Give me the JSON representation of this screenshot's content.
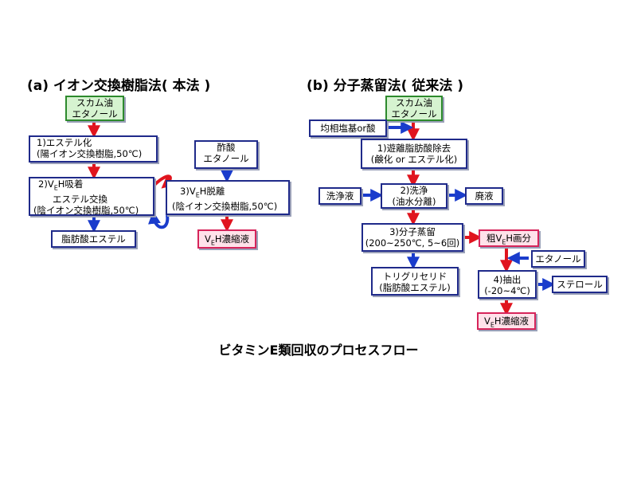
{
  "left": {
    "title": "(a) イオン交換樹脂法( 本法 )",
    "scum": [
      "スカム油",
      "エタノール"
    ],
    "step1": [
      "1)エステル化",
      "(陽イオン交換樹脂,50℃)"
    ],
    "step2": [
      "2)VEH吸着",
      "エステル交換",
      "(陰イオン交換樹脂,50℃)"
    ],
    "fatty_ester": "脂肪酸エステル",
    "acetic": [
      "酢酸",
      "エタノール"
    ],
    "step3": [
      "3)VEH脱離",
      "(陰イオン交換樹脂,50℃)"
    ],
    "concentrate": "VEH濃縮液"
  },
  "right": {
    "title": "(b) 分子蒸留法( 従来法 )",
    "scum": [
      "スカム油",
      "エタノール"
    ],
    "catalyst": "均相塩基or酸",
    "step1": [
      "1)遊離脂肪酸除去",
      "(鹸化 or エステル化)"
    ],
    "wash_in": "洗浄液",
    "step2": [
      "2)洗浄",
      "(油水分離)"
    ],
    "waste": "廃液",
    "step3": [
      "3)分子蒸留",
      "(200~250℃, 5~6回)"
    ],
    "crude": "粗VEH画分",
    "ethanol": "エタノール",
    "triglyceride": [
      "トリグリセリド",
      "(脂肪酸エステル)"
    ],
    "step4": [
      "4)抽出",
      "(-20~4℃)"
    ],
    "sterol": "ステロール",
    "concentrate": "VEH濃縮液"
  },
  "caption": "ビタミンE類回収のプロセスフロー",
  "colors": {
    "box_border": "#1f2a8a",
    "input_border": "#2d8a2d",
    "input_fill": "#d6f3d0",
    "output_border": "#d6245a",
    "output_fill": "#ffe2ea",
    "arrow_red": "#e0141e",
    "arrow_blue": "#1a3ccc"
  }
}
